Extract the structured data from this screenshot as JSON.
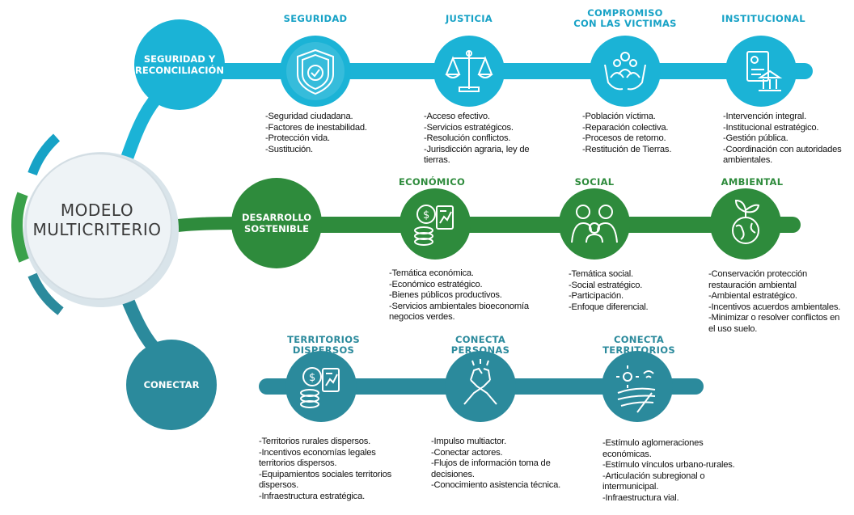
{
  "hub": {
    "line1": "MODELO",
    "line2": "MULTICRITERIO"
  },
  "pillars": [
    {
      "id": "seguridad",
      "line1": "SEGURIDAD Y",
      "line2": "RECONCILIACIÓN",
      "color": "#1bb3d6"
    },
    {
      "id": "desarrollo",
      "line1": "DESARROLLO",
      "line2": "SOSTENIBLE",
      "color": "#2e8b3c"
    },
    {
      "id": "conectar",
      "line1": "CONECTAR",
      "line2": "",
      "color": "#2b8a9c"
    }
  ],
  "row1": {
    "color": "#1bb3d6",
    "nodes": [
      {
        "title1": "SEGURIDAD",
        "title2": "",
        "icon": "shield-check-icon",
        "bullets": [
          "-Seguridad ciudadana.",
          "-Factores de inestabilidad.",
          "-Protección vida.",
          "-Sustitución."
        ]
      },
      {
        "title1": "JUSTICIA",
        "title2": "",
        "icon": "scales-icon",
        "bullets": [
          "-Acceso efectivo.",
          "-Servicios estratégicos.",
          "-Resolución conflictos.",
          "-Jurisdicción agraria, ley de",
          "tierras."
        ]
      },
      {
        "title1": "COMPROMISO",
        "title2": "CON LAS VICTIMAS",
        "icon": "hands-people-icon",
        "bullets": [
          "-Población víctima.",
          "-Reparación colectiva.",
          "-Procesos de retorno.",
          "-Restitución de Tierras."
        ]
      },
      {
        "title1": "INSTITUCIONAL",
        "title2": "",
        "icon": "document-building-icon",
        "bullets": [
          "-Intervención integral.",
          "-Institucional estratégico.",
          "-Gestión pública.",
          "-Coordinación con autoridades",
          "ambientales."
        ]
      }
    ]
  },
  "row2": {
    "color": "#2e8b3c",
    "nodes": [
      {
        "title1": "ECONÓMICO",
        "title2": "",
        "icon": "coins-chart-icon",
        "bullets": [
          "-Temática económica.",
          "-Económico estratégico.",
          "-Bienes públicos productivos.",
          "-Servicios ambientales bioeconomía",
          "negocios verdes."
        ]
      },
      {
        "title1": "SOCIAL",
        "title2": "",
        "icon": "family-icon",
        "bullets": [
          "-Temática social.",
          "-Social estratégico.",
          "-Participación.",
          "-Enfoque diferencial."
        ]
      },
      {
        "title1": "AMBIENTAL",
        "title2": "",
        "icon": "globe-leaf-icon",
        "bullets": [
          "-Conservación protección",
          "restauración ambiental",
          "-Ambiental estratégico.",
          "-Incentivos acuerdos ambientales.",
          "-Minimizar o resolver conflictos en",
          "el uso suelo."
        ]
      }
    ]
  },
  "row3": {
    "color": "#2b8a9c",
    "nodes": [
      {
        "title1": "TERRITORIOS",
        "title2": "DISPERSOS",
        "icon": "coins-chart-icon",
        "bullets": [
          "-Territorios rurales dispersos.",
          "-Incentivos economías legales",
          "territorios dispersos.",
          "-Equipamientos sociales territorios",
          "dispersos.",
          "-Infraestructura estratégica."
        ]
      },
      {
        "title1": "CONECTA",
        "title2": "PERSONAS",
        "icon": "handshake-icon",
        "bullets": [
          "-Impulso multiactor.",
          "-Conectar actores.",
          "-Flujos de información toma de",
          "decisiones.",
          "-Conocimiento asistencia técnica."
        ]
      },
      {
        "title1": "CONECTA",
        "title2": "TERRITORIOS",
        "icon": "sun-fields-icon",
        "bullets": [
          "-Estímulo aglomeraciones",
          "económicas.",
          "-Estímulo vínculos urbano-rurales.",
          "-Articulación subregional o",
          "intermunicipal.",
          "-Infraestructura vial."
        ]
      }
    ]
  }
}
